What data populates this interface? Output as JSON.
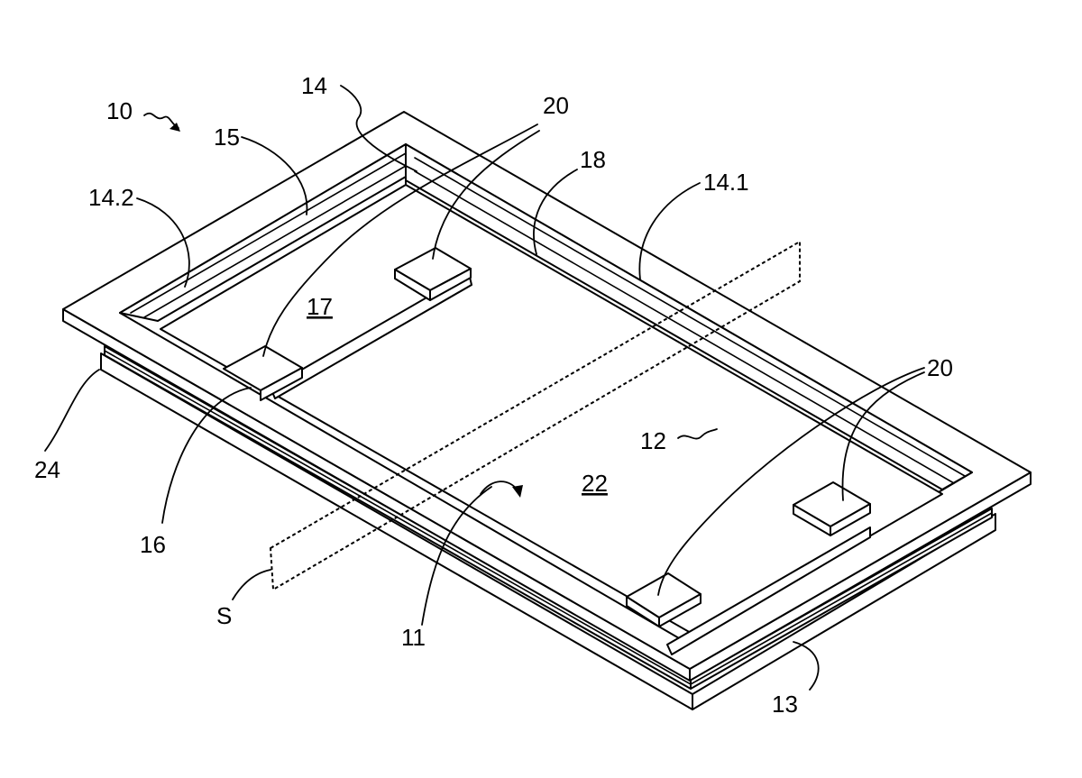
{
  "figure": {
    "labels": {
      "l10": "10",
      "l14": "14",
      "l15": "15",
      "l14_2": "14.2",
      "l20_top": "20",
      "l18": "18",
      "l14_1": "14.1",
      "l17": "17",
      "l20_right": "20",
      "l12": "12",
      "l22": "22",
      "l24": "24",
      "l16": "16",
      "lS": "S",
      "l11": "11",
      "l13": "13"
    }
  }
}
